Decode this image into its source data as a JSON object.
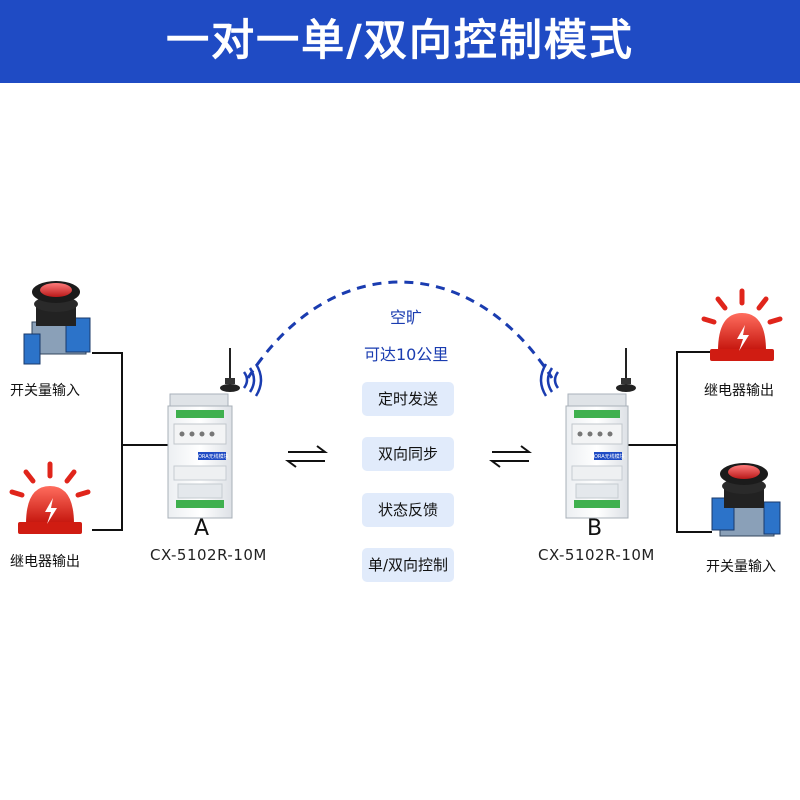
{
  "banner": {
    "title": "一对一单/双向控制模式"
  },
  "link": {
    "line1": "空旷",
    "line2": "可达10公里"
  },
  "features": [
    "定时发送",
    "双向同步",
    "状态反馈",
    "单/双向控制"
  ],
  "device_a": {
    "letter": "A",
    "model": "CX-5102R-10M",
    "inputs": {
      "top": "开关量输入",
      "bottom": "继电器输出"
    }
  },
  "device_b": {
    "letter": "B",
    "model": "CX-5102R-10M",
    "inputs": {
      "top": "继电器输出",
      "bottom": "开关量输入"
    }
  },
  "module_badge": "LORA无线模块",
  "colors": {
    "banner": "#1f4bc4",
    "link_line": "#1a3cb0",
    "alarm_red": "#e0251b",
    "feature_bg": "#e1ebfb"
  }
}
